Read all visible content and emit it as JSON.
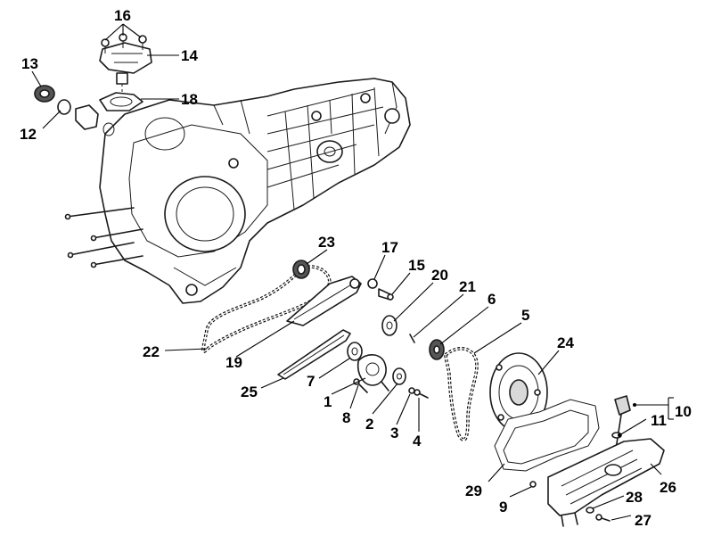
{
  "part_labels": [
    {
      "id": "16",
      "text": "16"
    },
    {
      "id": "14",
      "text": "14"
    },
    {
      "id": "13",
      "text": "13"
    },
    {
      "id": "18",
      "text": "18"
    },
    {
      "id": "12",
      "text": "12"
    },
    {
      "id": "23",
      "text": "23"
    },
    {
      "id": "17",
      "text": "17"
    },
    {
      "id": "15",
      "text": "15"
    },
    {
      "id": "20",
      "text": "20"
    },
    {
      "id": "21",
      "text": "21"
    },
    {
      "id": "6",
      "text": "6"
    },
    {
      "id": "5",
      "text": "5"
    },
    {
      "id": "24",
      "text": "24"
    },
    {
      "id": "22",
      "text": "22"
    },
    {
      "id": "19",
      "text": "19"
    },
    {
      "id": "7",
      "text": "7"
    },
    {
      "id": "25",
      "text": "25"
    },
    {
      "id": "1",
      "text": "1"
    },
    {
      "id": "8",
      "text": "8"
    },
    {
      "id": "2",
      "text": "2"
    },
    {
      "id": "3",
      "text": "3"
    },
    {
      "id": "4",
      "text": "4"
    },
    {
      "id": "10",
      "text": "10"
    },
    {
      "id": "11",
      "text": "11"
    },
    {
      "id": "26",
      "text": "26"
    },
    {
      "id": "29",
      "text": "29"
    },
    {
      "id": "9",
      "text": "9"
    },
    {
      "id": "28",
      "text": "28"
    },
    {
      "id": "27",
      "text": "27"
    }
  ]
}
